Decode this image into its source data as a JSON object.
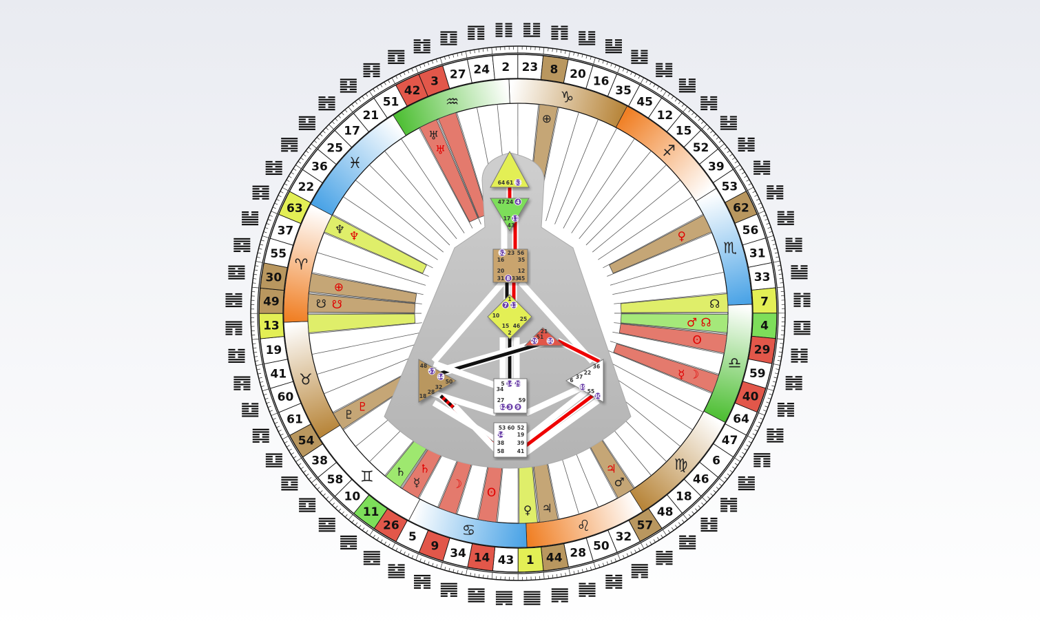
{
  "gate_order": [
    41,
    19,
    13,
    49,
    30,
    55,
    37,
    63,
    22,
    36,
    25,
    17,
    21,
    51,
    42,
    3,
    27,
    24,
    2,
    23,
    8,
    20,
    16,
    35,
    45,
    12,
    15,
    52,
    39,
    53,
    62,
    56,
    31,
    33,
    7,
    4,
    29,
    59,
    40,
    64,
    47,
    6,
    46,
    18,
    48,
    57,
    32,
    50,
    28,
    44,
    1,
    43,
    14,
    34,
    9,
    5,
    26,
    11,
    10,
    58,
    38,
    54,
    61,
    60
  ],
  "gate_highlights": {
    "11": "#7dde5a",
    "26": "#e2574a",
    "9": "#e2574a",
    "14": "#e2574a",
    "1": "#e3ef55",
    "44": "#b9975f",
    "57": "#b9975f",
    "40": "#e2574a",
    "29": "#e2574a",
    "4": "#7dde5a",
    "7": "#e3ef55",
    "62": "#b9975f",
    "8": "#b9975f",
    "3": "#e2574a",
    "42": "#e2574a",
    "63": "#e3ef55",
    "30": "#b9975f",
    "49": "#b9975f",
    "13": "#e3ef55",
    "54": "#b9975f"
  },
  "hexagrams": [
    "110100",
    "010011",
    "111000",
    "011101",
    "101011",
    "110110",
    "001111",
    "101010",
    "010101",
    "111010",
    "100111",
    "011001",
    "100101",
    "100100",
    "110001",
    "010001",
    "100001",
    "100000",
    "000000",
    "000001",
    "010000",
    "000011",
    "000111",
    "000101",
    "000110",
    "000111",
    "001100",
    "001011",
    "001010",
    "001110",
    "001100",
    "001101",
    "001110",
    "001111",
    "010000",
    "100011",
    "010010",
    "011010",
    "010100",
    "010101",
    "110000",
    "010111",
    "011000",
    "001001",
    "011011",
    "011110",
    "111100",
    "010110",
    "011110",
    "111110",
    "111111",
    "111110",
    "101111",
    "111100",
    "101100",
    "010111",
    "111101",
    "111101",
    "110111",
    "110011",
    "110011",
    "100011",
    "110010",
    "010011"
  ],
  "signs": [
    {
      "glyph": "♑",
      "color": "#b8863b",
      "fade": "start"
    },
    {
      "glyph": "♐",
      "color": "#f07f24",
      "fade": "end"
    },
    {
      "glyph": "♏",
      "color": "#4aa3e6",
      "fade": "start"
    },
    {
      "glyph": "♎",
      "color": "#4fbf35",
      "fade": "start"
    },
    {
      "glyph": "♍",
      "color": "#b8863b",
      "fade": "start"
    },
    {
      "glyph": "♌",
      "color": "#f07f24",
      "fade": "start"
    },
    {
      "glyph": "♋",
      "color": "#4aa3e6",
      "fade": "end"
    },
    {
      "glyph": "♊",
      "color": "#ffffff",
      "fade": "none"
    },
    {
      "glyph": "♉",
      "color": "#b8863b",
      "fade": "end"
    },
    {
      "glyph": "♈",
      "color": "#f07f24",
      "fade": "end"
    },
    {
      "glyph": "♓",
      "color": "#4aa3e6",
      "fade": "end"
    },
    {
      "glyph": "♒",
      "color": "#4fbf35",
      "fade": "end"
    }
  ],
  "spokes": [
    {
      "gate": "11",
      "color": "#9ee86f",
      "black": "♄",
      "red": ""
    },
    {
      "gate": "26",
      "color": "#e47a6d",
      "black": "☿",
      "red": "♄"
    },
    {
      "gate": "9",
      "color": "#e47a6d",
      "black": "",
      "red": "☽"
    },
    {
      "gate": "14",
      "color": "#e47a6d",
      "black": "",
      "red": "ʘ"
    },
    {
      "gate": "1",
      "color": "#dfee6a",
      "black": "♀",
      "red": ""
    },
    {
      "gate": "44",
      "color": "#c5a676",
      "black": "♃",
      "red": ""
    },
    {
      "gate": "57",
      "color": "#c5a676",
      "black": "♂",
      "red": "♃"
    },
    {
      "gate": "40",
      "color": "#e47a6d",
      "black": "",
      "red": "☿ ☽"
    },
    {
      "gate": "29",
      "color": "#e47a6d",
      "black": "",
      "red": "ʘ"
    },
    {
      "gate": "4",
      "color": "#a5e87a",
      "black": "",
      "red": "♂ ☊"
    },
    {
      "gate": "7",
      "color": "#dfee6a",
      "black": "☊",
      "red": ""
    },
    {
      "gate": "62",
      "color": "#c5a676",
      "black": "",
      "red": "♀"
    },
    {
      "gate": "8",
      "color": "#c5a676",
      "black": "⊕",
      "red": ""
    },
    {
      "gate": "3",
      "color": "#e47a6d",
      "black": "",
      "red": ""
    },
    {
      "gate": "42",
      "color": "#e47a6d",
      "black": "♅",
      "red": "♅"
    },
    {
      "gate": "63",
      "color": "#dfee6a",
      "black": "♆",
      "red": "♆"
    },
    {
      "gate": "30",
      "color": "#c5a676",
      "black": "",
      "red": "⊕"
    },
    {
      "gate": "49",
      "color": "#c5a676",
      "black": "☋",
      "red": "☋"
    },
    {
      "gate": "13",
      "color": "#dfee6a",
      "black": "",
      "red": ""
    },
    {
      "gate": "54",
      "color": "#c5a676",
      "black": "♇",
      "red": "♇"
    }
  ],
  "centers": {
    "head": [
      "64",
      "61",
      "63"
    ],
    "ajna": [
      "47",
      "24",
      "4",
      "17",
      "11",
      "43"
    ],
    "throat": [
      "62",
      "23",
      "56",
      "16",
      "35",
      "20",
      "12",
      "31",
      "8",
      "33",
      "45"
    ],
    "g": [
      "1",
      "7",
      "13",
      "10",
      "15",
      "46",
      "25",
      "2"
    ],
    "ego": [
      "21",
      "51",
      "26",
      "40"
    ],
    "spleen": [
      "48",
      "57",
      "44",
      "50",
      "32",
      "28",
      "18"
    ],
    "sacral": [
      "5",
      "14",
      "29",
      "34",
      "27",
      "59",
      "42",
      "3",
      "9"
    ],
    "solar": [
      "36",
      "22",
      "37",
      "6",
      "49",
      "55",
      "30"
    ],
    "root": [
      "53",
      "60",
      "52",
      "54",
      "19",
      "38",
      "39",
      "58",
      "41"
    ]
  }
}
